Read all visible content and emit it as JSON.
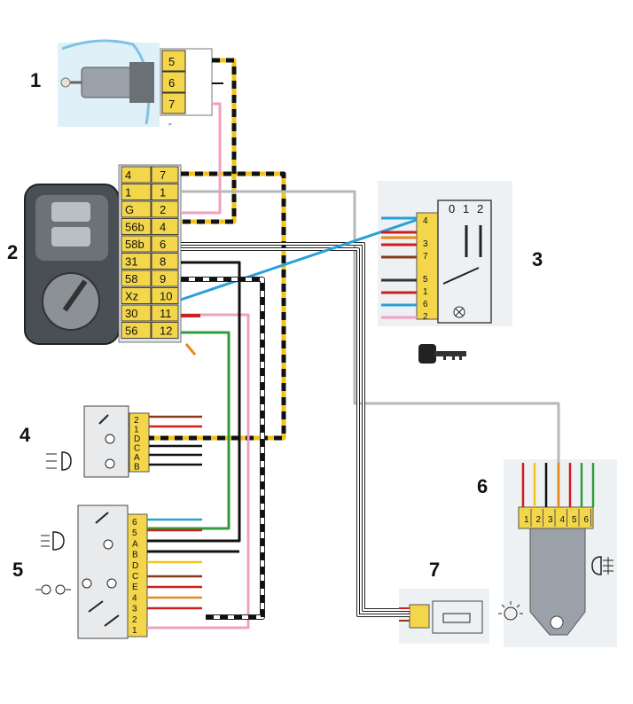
{
  "components": [
    {
      "id": "c1",
      "number": "1"
    },
    {
      "id": "c2",
      "number": "2"
    },
    {
      "id": "c3",
      "number": "3"
    },
    {
      "id": "c4",
      "number": "4"
    },
    {
      "id": "c5",
      "number": "5"
    },
    {
      "id": "c6",
      "number": "6"
    },
    {
      "id": "c7",
      "number": "7"
    }
  ],
  "connector1": {
    "pins": [
      "5",
      "6",
      "7"
    ]
  },
  "connector2": {
    "rows": [
      {
        "label": "4",
        "pin": "7"
      },
      {
        "label": "1",
        "pin": "1"
      },
      {
        "label": "G",
        "pin": "2"
      },
      {
        "label": "56b",
        "pin": "4"
      },
      {
        "label": "58b",
        "pin": "6"
      },
      {
        "label": "31",
        "pin": "8"
      },
      {
        "label": "58",
        "pin": "9"
      },
      {
        "label": "Xz",
        "pin": "10"
      },
      {
        "label": "30",
        "pin": "11"
      },
      {
        "label": "56",
        "pin": "12"
      }
    ]
  },
  "switch3": {
    "header": [
      "0",
      "1",
      "2"
    ],
    "pins": [
      "4",
      "3",
      "7",
      "5",
      "1",
      "6",
      "2"
    ]
  },
  "connector4": {
    "pins": [
      "2",
      "1",
      "D",
      "C",
      "A",
      "B"
    ]
  },
  "connector5": {
    "pins": [
      "6",
      "5",
      "A",
      "B",
      "D",
      "C",
      "E",
      "4",
      "3",
      "2",
      "1"
    ]
  },
  "connector6": {
    "pins": [
      "1",
      "2",
      "3",
      "4",
      "5",
      "6"
    ]
  },
  "wire_colors": {
    "yellow": "#f2c418",
    "black": "#111111",
    "pink": "#f0a0c0",
    "grey": "#b8b8b8",
    "blue": "#2aa0d8",
    "red": "#cc1f1f",
    "green": "#2e9e3a",
    "orange": "#e88a1a",
    "brown": "#8a3a1a",
    "violet": "#8a3fb0",
    "white": "#ffffff"
  }
}
